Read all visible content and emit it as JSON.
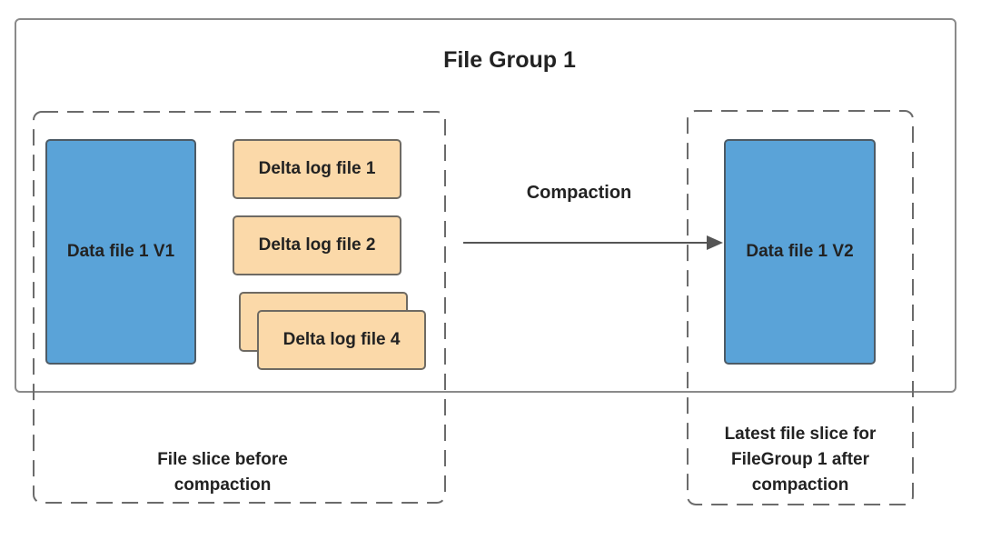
{
  "file_group": {
    "title": "File Group 1"
  },
  "slice_before": {
    "data_file": "Data file 1 V1",
    "delta_logs": [
      "Delta log file 1",
      "Delta log file 2",
      "",
      "Delta log file 4"
    ],
    "caption_lines": [
      "File slice before",
      "compaction"
    ]
  },
  "operation": {
    "label": "Compaction"
  },
  "slice_after": {
    "data_file": "Data file 1 V2",
    "caption_lines": [
      "Latest file slice for",
      "FileGroup 1 after",
      "compaction"
    ]
  },
  "colors": {
    "data_file_fill": "#5aa3d8",
    "delta_log_fill": "#fbd9a9",
    "group_border": "#8a8a8a",
    "dashed_border": "#6b6b6b",
    "arrow": "#555555"
  }
}
